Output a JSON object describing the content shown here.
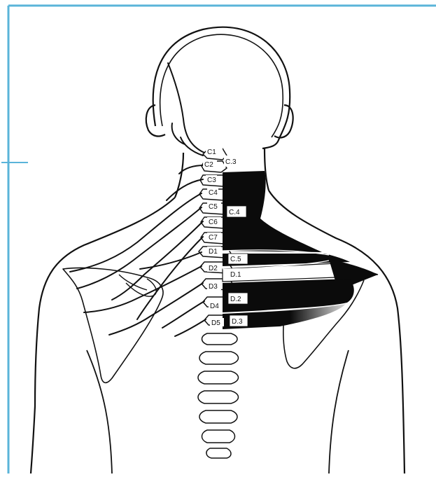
{
  "vertebrae": [
    "C1",
    "C2",
    "C3",
    "C4",
    "C5",
    "C6",
    "C7",
    "D1",
    "D2",
    "D3",
    "D4",
    "D5"
  ],
  "dermatomes": [
    "C.3",
    "C.4",
    "C.5",
    "D.1",
    "D.2",
    "D.3"
  ],
  "colors": {
    "frame": "#5ab4d9",
    "ink": "#111111",
    "fill_dark": "#0b0b0b",
    "paper": "#ffffff"
  }
}
